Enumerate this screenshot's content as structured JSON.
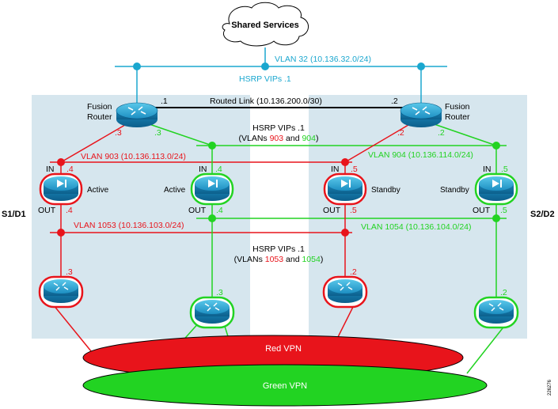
{
  "colors": {
    "red": "#e8141b",
    "green": "#22d322",
    "cyan": "#1aa7cf",
    "panel": "#d6e6ee",
    "black": "#000000"
  },
  "cloud": {
    "label": "Shared Services"
  },
  "top_vlan": {
    "label": "VLAN 32 (10.136.32.0/24)",
    "hsrp": "HSRP VIPs .1"
  },
  "routed_link": {
    "label": "Routed Link (10.136.200.0/30)",
    "left_ip": ".1",
    "right_ip": ".2"
  },
  "fusion_left": {
    "line1": "Fusion",
    "line2": "Router",
    "ip_red": ".3",
    "ip_green": ".3"
  },
  "fusion_right": {
    "line1": "Fusion",
    "line2": "Router",
    "ip_red": ".2",
    "ip_green": ".2"
  },
  "hsrp_upper": {
    "line1": "HSRP VIPs .1",
    "prefix": "(VLANs ",
    "v1": "903",
    "mid": " and ",
    "v2": "904",
    "suffix": ")"
  },
  "hsrp_lower": {
    "line1": "HSRP VIPs .1",
    "prefix": "(VLANs ",
    "v1": "1053",
    "mid": " and ",
    "v2": "1054",
    "suffix": ")"
  },
  "vlans": {
    "v903": "VLAN 903 (10.136.113.0/24)",
    "v904": "VLAN 904 (10.136.114.0/24)",
    "v1053": "VLAN 1053 (10.136.103.0/24)",
    "v1054": "VLAN 1054 (10.136.104.0/24)"
  },
  "firewalls": [
    {
      "in": "IN",
      "in_ip": ".4",
      "out": "OUT",
      "out_ip": ".4",
      "state": "Active"
    },
    {
      "in": "IN",
      "in_ip": ".4",
      "out": "OUT",
      "out_ip": ".4",
      "state": "Active"
    },
    {
      "in": "IN",
      "in_ip": ".5",
      "out": "OUT",
      "out_ip": ".5",
      "state": "Standby"
    },
    {
      "in": "IN",
      "in_ip": ".5",
      "out": "OUT",
      "out_ip": ".5",
      "state": "Standby"
    }
  ],
  "edge_routers": [
    ".3",
    ".3",
    ".2",
    ".2"
  ],
  "sites": {
    "left": "S1/D1",
    "right": "S2/D2"
  },
  "vpns": {
    "red": "Red VPN",
    "green": "Green VPN"
  },
  "figure_id": "226276"
}
